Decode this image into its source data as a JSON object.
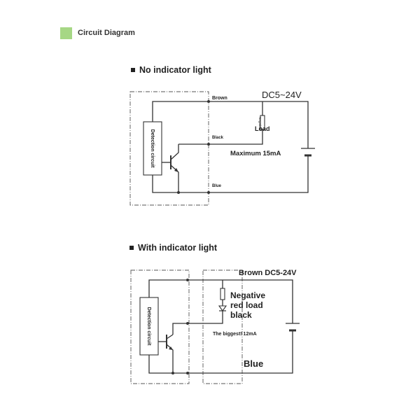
{
  "header": {
    "title": "Circuit Diagram",
    "accent_color": "#a6d785"
  },
  "section1": {
    "title": "No indicator light",
    "detection_label": "Detection circuit",
    "brown_label": "Brown",
    "black_label": "Black",
    "blue_label": "Blue",
    "supply_label": "DC5~24V",
    "negative_label": "Negative",
    "load_label": "Load",
    "current_label": "Maximum 15mA"
  },
  "section2": {
    "title": "With indicator light",
    "detection_label": "Detection circuit",
    "supply_label": "Brown DC5-24V",
    "load_line1": "Negative",
    "load_line2": "red load",
    "load_line3": "black",
    "current_label": "The biggest! 12mA",
    "blue_label": "Blue"
  }
}
